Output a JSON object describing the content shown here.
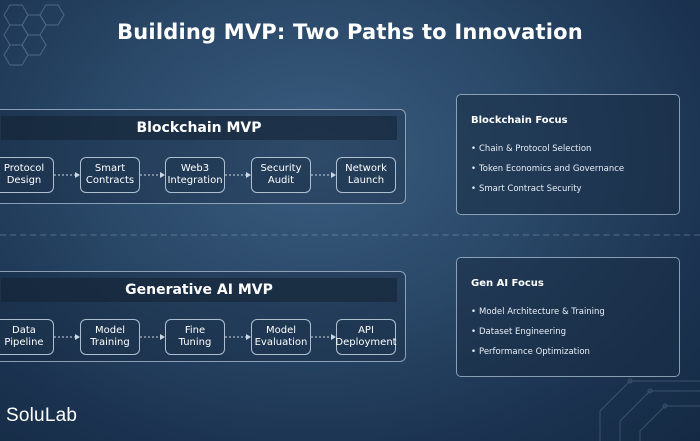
{
  "title": "Building MVP: Two Paths to Innovation",
  "blockchain": {
    "header": "Blockchain MVP",
    "steps": [
      "Protocol\nDesign",
      "Smart\nContracts",
      "Web3\nIntegration",
      "Security\nAudit",
      "Network\nLaunch"
    ]
  },
  "genai": {
    "header": "Generative AI MVP",
    "steps": [
      "Data\nPipeline",
      "Model\nTraining",
      "Fine\nTuning",
      "Model\nEvaluation",
      "API\nDeployment"
    ]
  },
  "blockchain_focus": {
    "title": "Blockchain Focus",
    "items": [
      "Chain & Protocol Selection",
      "Token Economics and Governance",
      "Smart Contract Security"
    ]
  },
  "genai_focus": {
    "title": "Gen AI Focus",
    "items": [
      "Model Architecture & Training",
      "Dataset Engineering",
      "Performance Optimization"
    ]
  },
  "brand": "SoluLab",
  "icons": {
    "bullet": "bullet-dot-icon",
    "connector": "dashed-arrow-icon"
  },
  "colors": {
    "background": "#2a4868",
    "border": "#afc3d7",
    "text": "#ffffff"
  }
}
